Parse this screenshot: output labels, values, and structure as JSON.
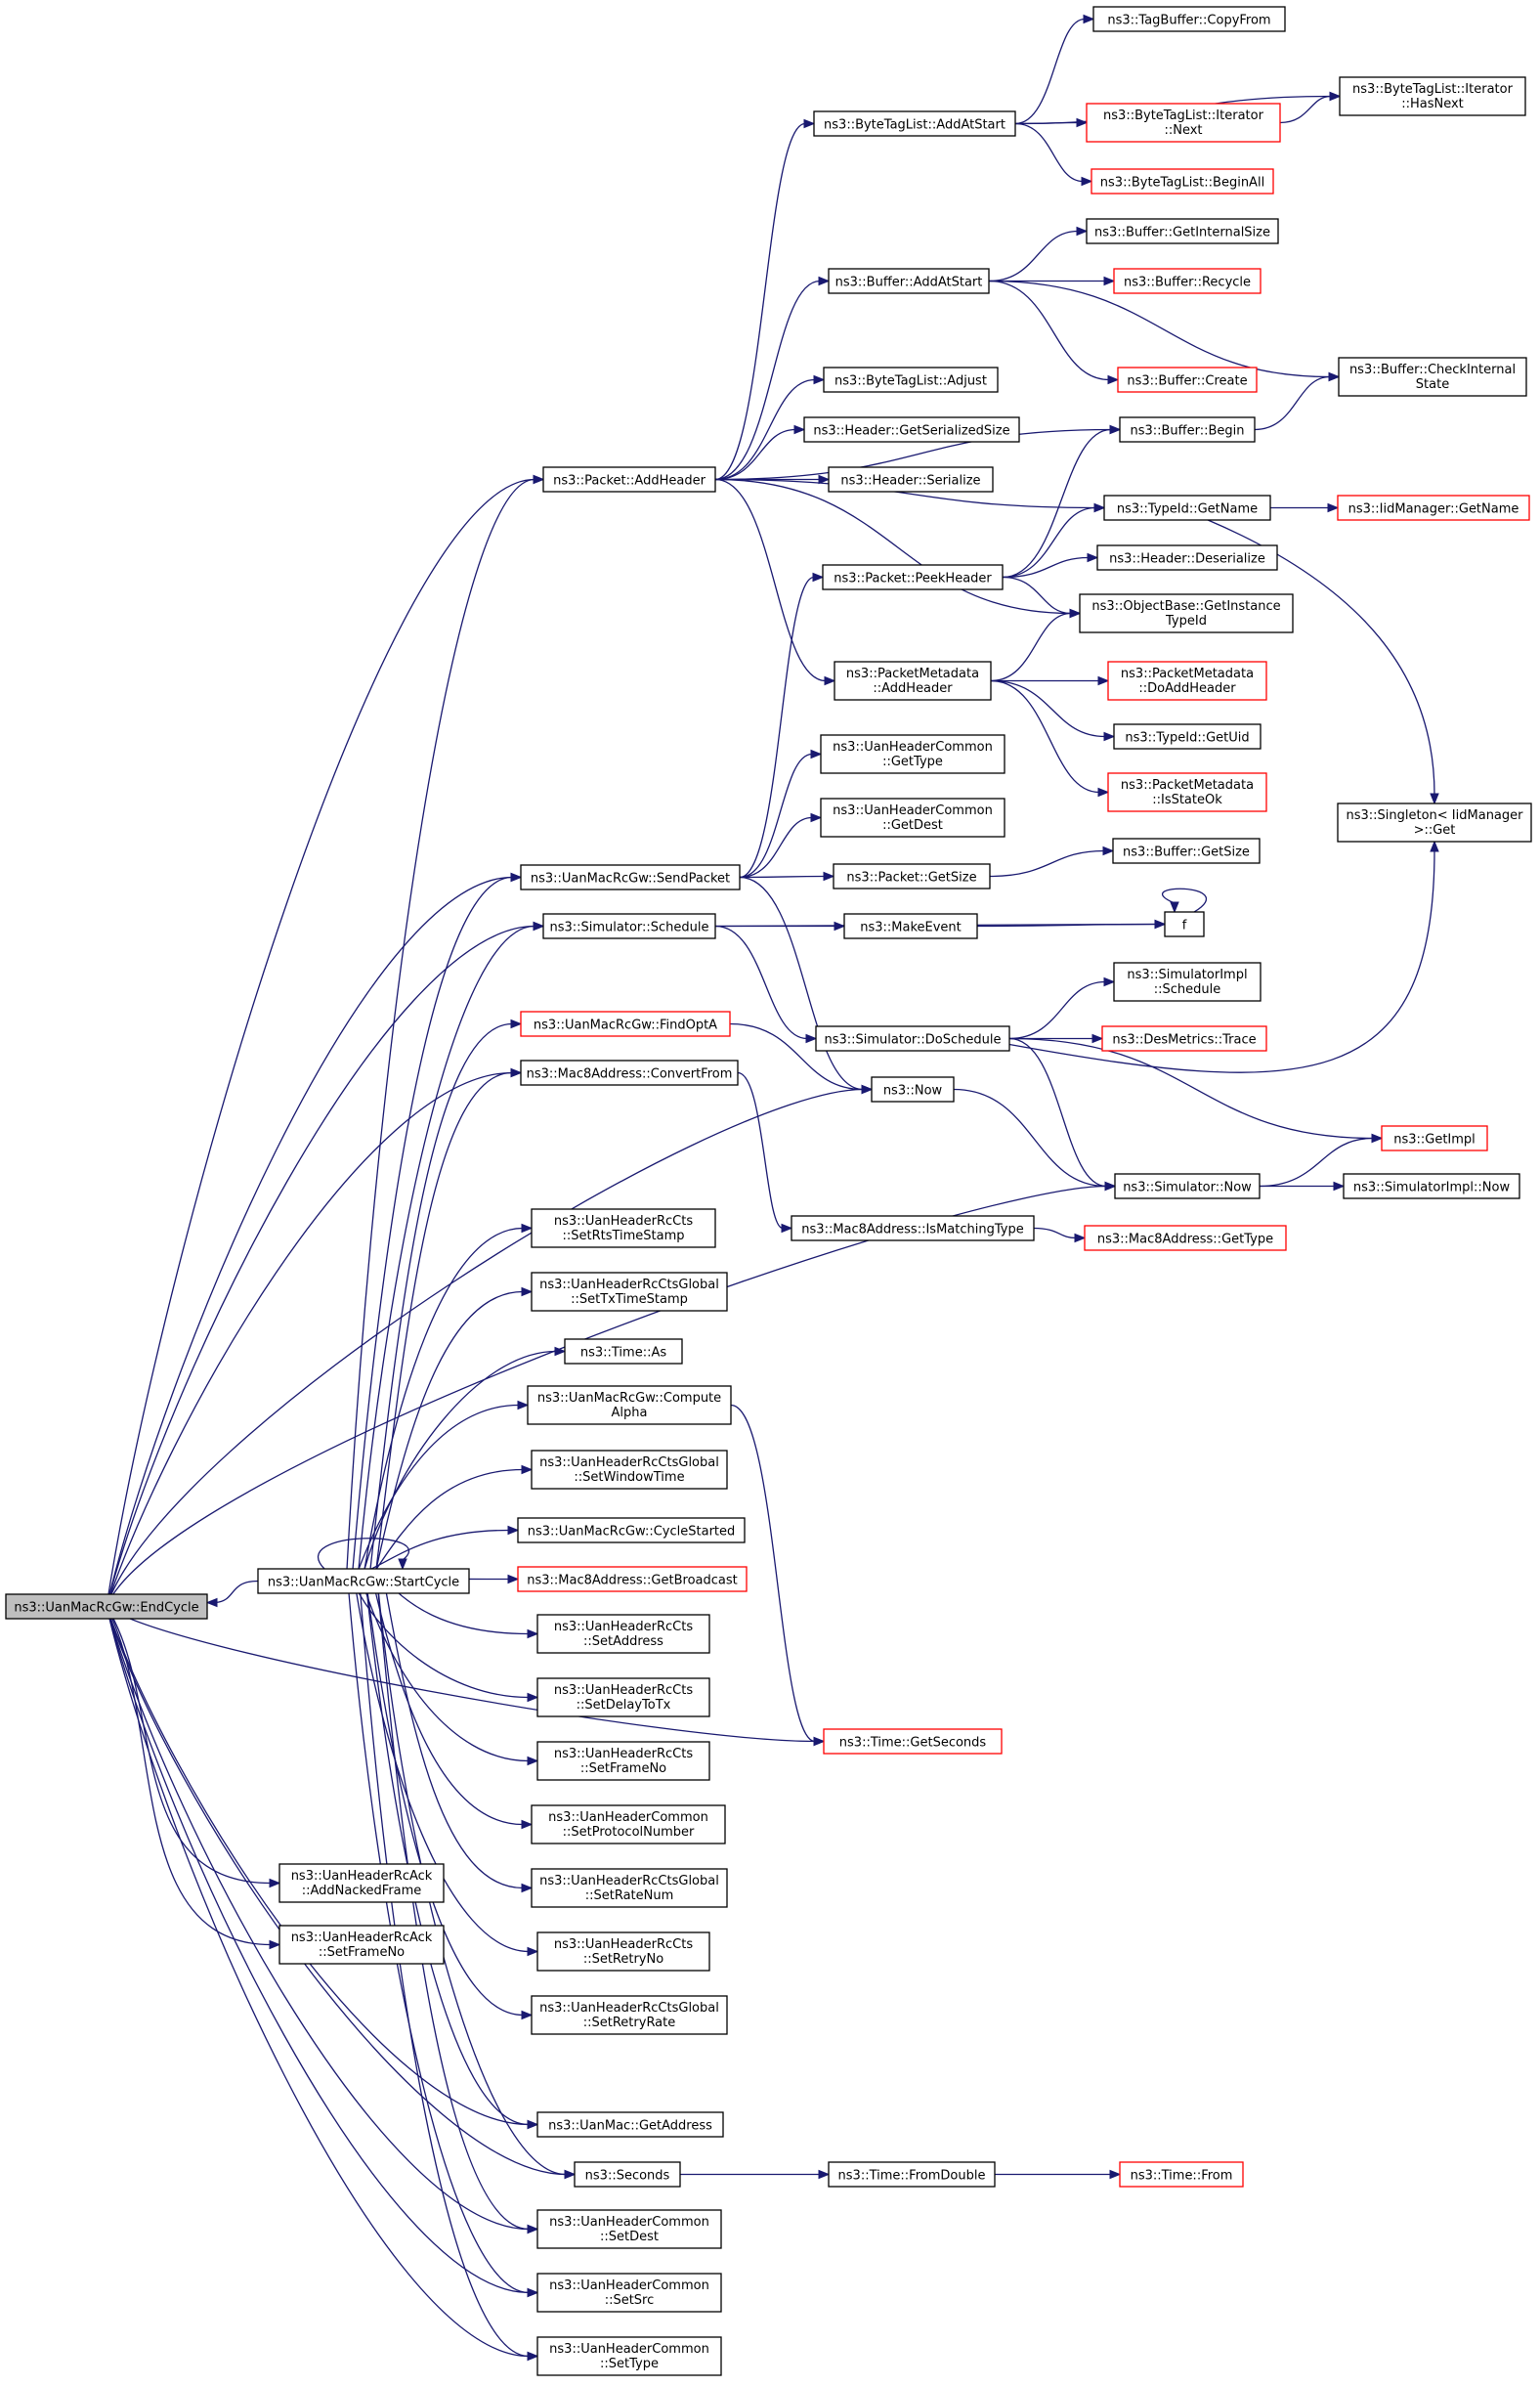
{
  "colors": {
    "edge": "#191970",
    "node_border": "#000000",
    "node_incomplete_border": "#ff0000",
    "root_fill": "#bfbfbf"
  },
  "nodes": [
    {
      "id": "endcycle",
      "label": [
        "ns3::UanMacRcGw::EndCycle"
      ],
      "style": "root"
    },
    {
      "id": "startcycle",
      "label": [
        "ns3::UanMacRcGw::StartCycle"
      ]
    },
    {
      "id": "rcack_addnacked",
      "label": [
        "ns3::UanHeaderRcAck",
        "::AddNackedFrame"
      ]
    },
    {
      "id": "rcack_setframeno",
      "label": [
        "ns3::UanHeaderRcAck",
        "::SetFrameNo"
      ]
    },
    {
      "id": "addheader",
      "label": [
        "ns3::Packet::AddHeader"
      ]
    },
    {
      "id": "sendpacket",
      "label": [
        "ns3::UanMacRcGw::SendPacket"
      ]
    },
    {
      "id": "schedule",
      "label": [
        "ns3::Simulator::Schedule"
      ]
    },
    {
      "id": "findopta",
      "label": [
        "ns3::UanMacRcGw::FindOptA"
      ],
      "style": "red"
    },
    {
      "id": "convertfrom",
      "label": [
        "ns3::Mac8Address::ConvertFrom"
      ]
    },
    {
      "id": "setrtsts",
      "label": [
        "ns3::UanHeaderRcCts",
        "::SetRtsTimeStamp"
      ]
    },
    {
      "id": "settxts",
      "label": [
        "ns3::UanHeaderRcCtsGlobal",
        "::SetTxTimeStamp"
      ]
    },
    {
      "id": "timeas",
      "label": [
        "ns3::Time::As"
      ]
    },
    {
      "id": "computealpha",
      "label": [
        "ns3::UanMacRcGw::Compute",
        "Alpha"
      ]
    },
    {
      "id": "setwindowtime",
      "label": [
        "ns3::UanHeaderRcCtsGlobal",
        "::SetWindowTime"
      ]
    },
    {
      "id": "cyclestarted",
      "label": [
        "ns3::UanMacRcGw::CycleStarted"
      ]
    },
    {
      "id": "getbroadcast",
      "label": [
        "ns3::Mac8Address::GetBroadcast"
      ],
      "style": "red"
    },
    {
      "id": "setaddress",
      "label": [
        "ns3::UanHeaderRcCts",
        "::SetAddress"
      ]
    },
    {
      "id": "setdelaytotx",
      "label": [
        "ns3::UanHeaderRcCts",
        "::SetDelayToTx"
      ]
    },
    {
      "id": "cts_setframeno",
      "label": [
        "ns3::UanHeaderRcCts",
        "::SetFrameNo"
      ]
    },
    {
      "id": "setprotocol",
      "label": [
        "ns3::UanHeaderCommon",
        "::SetProtocolNumber"
      ]
    },
    {
      "id": "setratenum",
      "label": [
        "ns3::UanHeaderRcCtsGlobal",
        "::SetRateNum"
      ]
    },
    {
      "id": "setretryno",
      "label": [
        "ns3::UanHeaderRcCts",
        "::SetRetryNo"
      ]
    },
    {
      "id": "setretryrate",
      "label": [
        "ns3::UanHeaderRcCtsGlobal",
        "::SetRetryRate"
      ]
    },
    {
      "id": "uanmacgetaddr",
      "label": [
        "ns3::UanMac::GetAddress"
      ]
    },
    {
      "id": "seconds",
      "label": [
        "ns3::Seconds"
      ]
    },
    {
      "id": "setdest",
      "label": [
        "ns3::UanHeaderCommon",
        "::SetDest"
      ]
    },
    {
      "id": "setsrc",
      "label": [
        "ns3::UanHeaderCommon",
        "::SetSrc"
      ]
    },
    {
      "id": "settype",
      "label": [
        "ns3::UanHeaderCommon",
        "::SetType"
      ]
    },
    {
      "id": "btl_addatstart",
      "label": [
        "ns3::ByteTagList::AddAtStart"
      ]
    },
    {
      "id": "buf_addatstart",
      "label": [
        "ns3::Buffer::AddAtStart"
      ]
    },
    {
      "id": "btl_adjust",
      "label": [
        "ns3::ByteTagList::Adjust"
      ]
    },
    {
      "id": "hdr_getsersize",
      "label": [
        "ns3::Header::GetSerializedSize"
      ]
    },
    {
      "id": "hdr_serialize",
      "label": [
        "ns3::Header::Serialize"
      ]
    },
    {
      "id": "peekheader",
      "label": [
        "ns3::Packet::PeekHeader"
      ]
    },
    {
      "id": "pm_addheader",
      "label": [
        "ns3::PacketMetadata",
        "::AddHeader"
      ]
    },
    {
      "id": "uhc_gettype",
      "label": [
        "ns3::UanHeaderCommon",
        "::GetType"
      ]
    },
    {
      "id": "uhc_getdest",
      "label": [
        "ns3::UanHeaderCommon",
        "::GetDest"
      ]
    },
    {
      "id": "pkt_getsize",
      "label": [
        "ns3::Packet::GetSize"
      ]
    },
    {
      "id": "makeevent",
      "label": [
        "ns3::MakeEvent"
      ]
    },
    {
      "id": "doschedule",
      "label": [
        "ns3::Simulator::DoSchedule"
      ]
    },
    {
      "id": "now",
      "label": [
        "ns3::Now"
      ]
    },
    {
      "id": "ismatching",
      "label": [
        "ns3::Mac8Address::IsMatchingType"
      ]
    },
    {
      "id": "getseconds",
      "label": [
        "ns3::Time::GetSeconds"
      ],
      "style": "red"
    },
    {
      "id": "fromdouble",
      "label": [
        "ns3::Time::FromDouble"
      ]
    },
    {
      "id": "tagbuf_copyfrom",
      "label": [
        "ns3::TagBuffer::CopyFrom"
      ]
    },
    {
      "id": "btl_iter_next",
      "label": [
        "ns3::ByteTagList::Iterator",
        "::Next"
      ],
      "style": "red"
    },
    {
      "id": "btl_beginall",
      "label": [
        "ns3::ByteTagList::BeginAll"
      ],
      "style": "red"
    },
    {
      "id": "buf_getinternalsize",
      "label": [
        "ns3::Buffer::GetInternalSize"
      ]
    },
    {
      "id": "buf_recycle",
      "label": [
        "ns3::Buffer::Recycle"
      ],
      "style": "red"
    },
    {
      "id": "buf_create",
      "label": [
        "ns3::Buffer::Create"
      ],
      "style": "red"
    },
    {
      "id": "buf_begin",
      "label": [
        "ns3::Buffer::Begin"
      ]
    },
    {
      "id": "typeid_getname",
      "label": [
        "ns3::TypeId::GetName"
      ]
    },
    {
      "id": "hdr_deserialize",
      "label": [
        "ns3::Header::Deserialize"
      ]
    },
    {
      "id": "ob_getinstance",
      "label": [
        "ns3::ObjectBase::GetInstance",
        "TypeId"
      ]
    },
    {
      "id": "pm_doaddheader",
      "label": [
        "ns3::PacketMetadata",
        "::DoAddHeader"
      ],
      "style": "red"
    },
    {
      "id": "typeid_getuid",
      "label": [
        "ns3::TypeId::GetUid"
      ]
    },
    {
      "id": "pm_isstateok",
      "label": [
        "ns3::PacketMetadata",
        "::IsStateOk"
      ],
      "style": "red"
    },
    {
      "id": "buf_getsize",
      "label": [
        "ns3::Buffer::GetSize"
      ]
    },
    {
      "id": "f",
      "label": [
        "f"
      ]
    },
    {
      "id": "simimpl_schedule",
      "label": [
        "ns3::SimulatorImpl",
        "::Schedule"
      ]
    },
    {
      "id": "desmetrics_trace",
      "label": [
        "ns3::DesMetrics::Trace"
      ],
      "style": "red"
    },
    {
      "id": "getimpl",
      "label": [
        "ns3::GetImpl"
      ],
      "style": "red"
    },
    {
      "id": "sim_now",
      "label": [
        "ns3::Simulator::Now"
      ]
    },
    {
      "id": "mac8_gettype",
      "label": [
        "ns3::Mac8Address::GetType"
      ],
      "style": "red"
    },
    {
      "id": "time_from",
      "label": [
        "ns3::Time::From"
      ],
      "style": "red"
    },
    {
      "id": "btl_iter_hasnext",
      "label": [
        "ns3::ByteTagList::Iterator",
        "::HasNext"
      ]
    },
    {
      "id": "buf_checkinternal",
      "label": [
        "ns3::Buffer::CheckInternal",
        "State"
      ]
    },
    {
      "id": "iidmgr_getname",
      "label": [
        "ns3::IidManager::GetName"
      ],
      "style": "red"
    },
    {
      "id": "simimpl_now",
      "label": [
        "ns3::SimulatorImpl::Now"
      ]
    },
    {
      "id": "singleton_get",
      "label": [
        "ns3::Singleton< IidManager",
        ">::Get"
      ]
    }
  ]
}
